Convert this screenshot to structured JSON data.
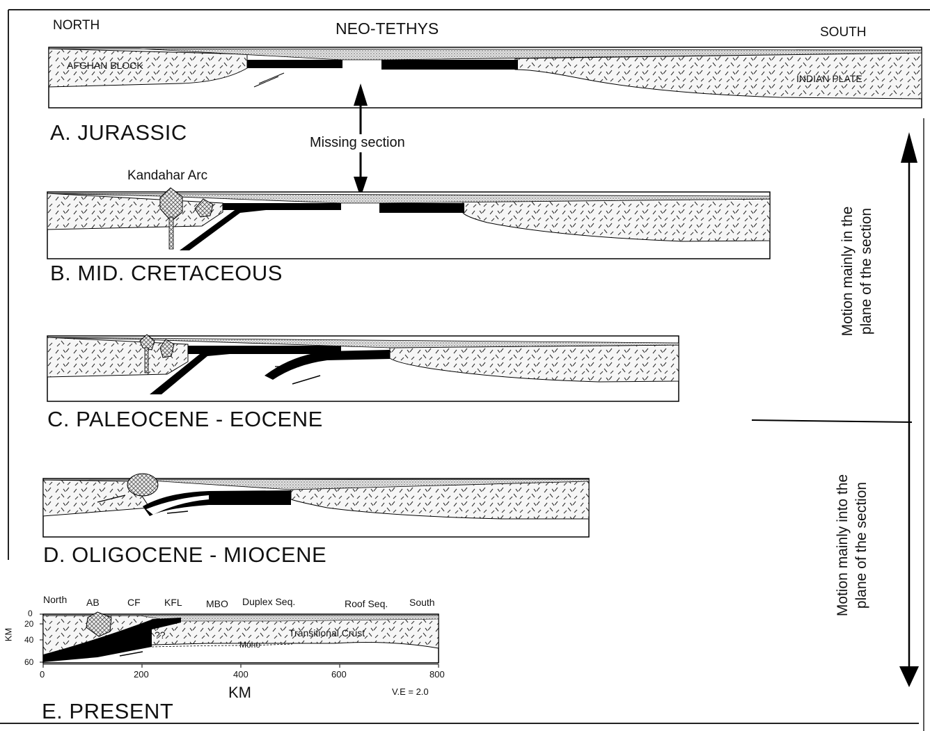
{
  "header": {
    "north": "NORTH",
    "center": "NEO-TETHYS",
    "south": "SOUTH"
  },
  "panels": {
    "a": {
      "title": "A.  JURASSIC",
      "labels": {
        "afghan_block": "AFGHAN BLOCK",
        "indian_plate": "INDIAN PLATE"
      }
    },
    "b": {
      "title": "B.  MID. CRETACEOUS",
      "labels": {
        "kandahar_arc": "Kandahar Arc"
      }
    },
    "c": {
      "title": "C.  PALEOCENE - EOCENE"
    },
    "d": {
      "title": "D. OLIGOCENE - MIOCENE"
    },
    "e": {
      "title": "E. PRESENT",
      "labels": {
        "north": "North",
        "ab": "AB",
        "cf": "CF",
        "kfl": "KFL",
        "mbo": "MBO",
        "duplex": "Duplex Seq.",
        "roof": "Roof Seq.",
        "south": "South",
        "transitional": "Transitional Crust",
        "moho": "Moho",
        "question": "??"
      },
      "y_axis_label": "KM",
      "y_ticks": [
        "0",
        "20",
        "40",
        "60"
      ],
      "x_axis_label": "KM",
      "x_ticks": [
        "0",
        "200",
        "400",
        "600",
        "800"
      ],
      "ve": "V.E = 2.0"
    }
  },
  "missing_section": "Missing section",
  "motion": {
    "upper": [
      "Motion mainly in the",
      "plane of the section"
    ],
    "lower": [
      "Motion mainly into the",
      "plane of the section"
    ]
  }
}
